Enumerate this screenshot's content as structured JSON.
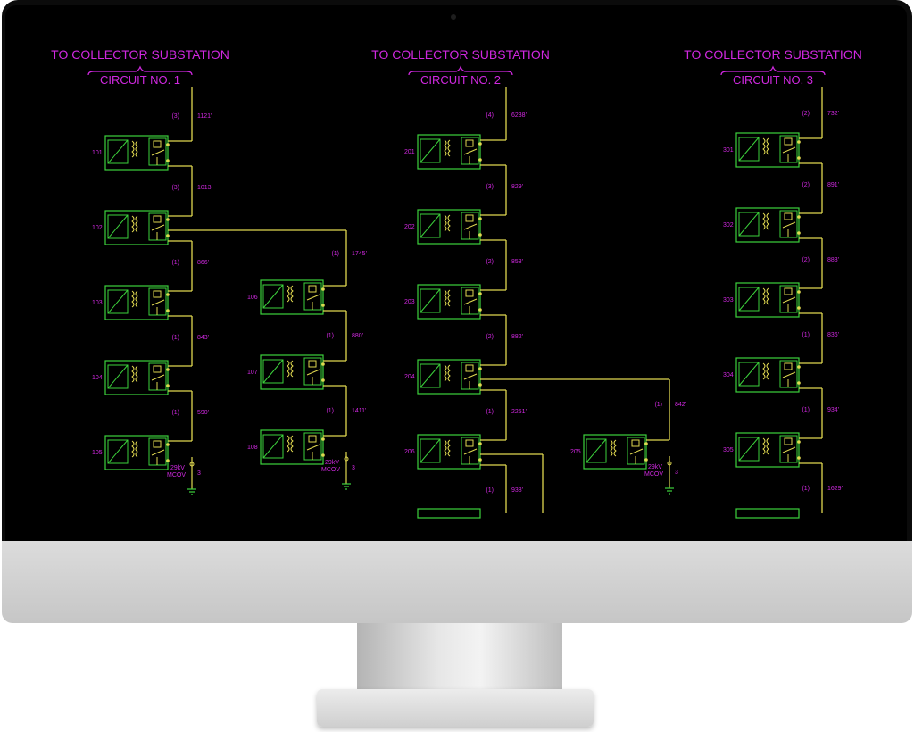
{
  "circuits": [
    {
      "title": "TO COLLECTOR SUBSTATION",
      "circuit": "CIRCUIT NO. 1",
      "turbines": [
        {
          "id": "101",
          "cable": "(3)",
          "len": "1121'"
        },
        {
          "id": "102",
          "cable": "(3)",
          "len": "1013'"
        },
        {
          "id": "103",
          "cable": "(1)",
          "len": "866'"
        },
        {
          "id": "104",
          "cable": "(1)",
          "len": "843'"
        },
        {
          "id": "105",
          "cable": "(1)",
          "len": "590'"
        }
      ],
      "branch": {
        "cable": "(1)",
        "len": "1745'",
        "turbines": [
          {
            "id": "106",
            "cable": "(1)",
            "len": "880'"
          },
          {
            "id": "107",
            "cable": "(1)",
            "len": "1411'"
          },
          {
            "id": "108",
            "cable": "",
            "len": ""
          }
        ]
      }
    },
    {
      "title": "TO COLLECTOR SUBSTATION",
      "circuit": "CIRCUIT NO. 2",
      "turbines": [
        {
          "id": "201",
          "cable": "(4)",
          "len": "6238'"
        },
        {
          "id": "202",
          "cable": "(3)",
          "len": "829'"
        },
        {
          "id": "203",
          "cable": "(2)",
          "len": "858'"
        },
        {
          "id": "204",
          "cable": "(2)",
          "len": "882'"
        },
        {
          "id": "206",
          "cable": "(1)",
          "len": "2251'"
        }
      ],
      "tail": {
        "cable": "(1)",
        "len": "938'"
      },
      "branch": {
        "cable": "(1)",
        "len": "842'",
        "turbines": [
          {
            "id": "205",
            "cable": "",
            "len": ""
          }
        ]
      }
    },
    {
      "title": "TO COLLECTOR SUBSTATION",
      "circuit": "CIRCUIT NO. 3",
      "turbines": [
        {
          "id": "301",
          "cable": "(2)",
          "len": "732'"
        },
        {
          "id": "302",
          "cable": "(2)",
          "len": "891'"
        },
        {
          "id": "303",
          "cable": "(2)",
          "len": "883'"
        },
        {
          "id": "304",
          "cable": "(1)",
          "len": "836'"
        },
        {
          "id": "305",
          "cable": "(1)",
          "len": "934'"
        }
      ],
      "tail": {
        "cable": "(1)",
        "len": "1629'"
      }
    }
  ],
  "surge_arrester": {
    "rating": "29kV",
    "type": "MCOV",
    "count": "3"
  },
  "colors": {
    "text": "#d028e0",
    "box": "#3cd23c",
    "wire": "#e0d850",
    "background": "#000000"
  }
}
